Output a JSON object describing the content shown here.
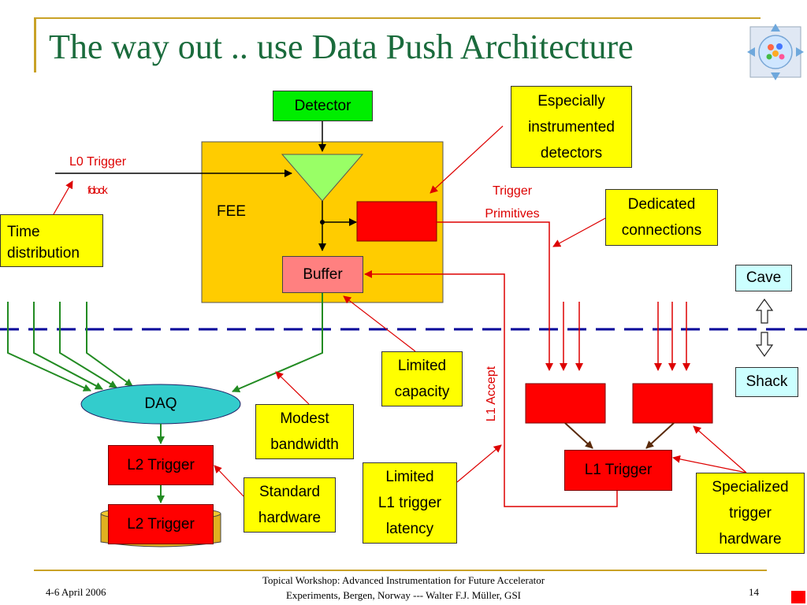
{
  "title": "The way out .. use Data Push Architecture",
  "labels": {
    "detector": "Detector",
    "fee": "FEE",
    "buffer": "Buffer",
    "l0_trigger": "L0 Trigger",
    "fclock": "fclock",
    "trigger_primitives": [
      "Trigger",
      "Primitives"
    ],
    "daq": "DAQ",
    "l2_trigger_1": "L2 Trigger",
    "l2_trigger_2": "L2 Trigger",
    "l1_trigger": "L1 Trigger",
    "l1_accept": "L1 Accept",
    "cave": "Cave",
    "shack": "Shack"
  },
  "callouts": {
    "especially_instrumented": [
      "Especially",
      "instrumented",
      "detectors"
    ],
    "dedicated_connections": [
      "Dedicated",
      "connections"
    ],
    "time_distribution": [
      "Time",
      "distribution"
    ],
    "limited_capacity": [
      "Limited",
      "capacity"
    ],
    "modest_bandwidth": [
      "Modest",
      "bandwidth"
    ],
    "standard_hardware": [
      "Standard",
      "hardware"
    ],
    "limited_latency": [
      "Limited",
      "L1 trigger",
      "latency"
    ],
    "specialized_hardware": [
      "Specialized",
      "trigger",
      "hardware"
    ]
  },
  "footer": {
    "date": "4-6 April 2006",
    "line1": "Topical Workshop: Advanced Instrumentation for Future Accelerator",
    "line2": "Experiments, Bergen, Norway --- Walter F.J. Müller, GSI",
    "page": "14"
  },
  "colors": {
    "title": "#1a6b3c",
    "accent_frame": "#c9a227",
    "fee": "#ffcc00",
    "detector": "#00ee00",
    "triangle": "#99ff66",
    "buffer": "#ff8080",
    "daq": "#33cccc",
    "red": "#ff0000",
    "callout": "#ffff00",
    "cave_shack": "#ccffff",
    "divider": "#000099",
    "green_line": "#228b22",
    "red_line": "#dd0000"
  },
  "icons": [
    "logo-icon",
    "up-arrow-icon",
    "down-arrow-icon"
  ]
}
